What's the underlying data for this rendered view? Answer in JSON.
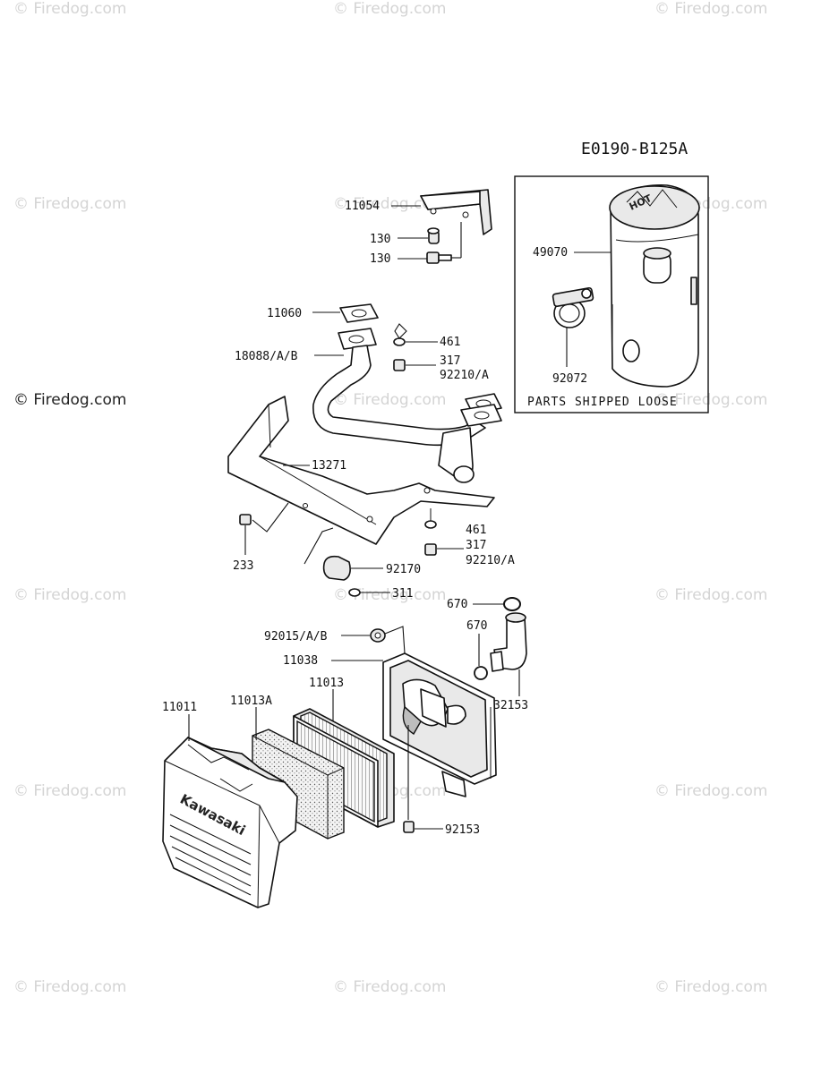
{
  "diagram_code": "E0190-B125A",
  "watermark": "© Firedog.com",
  "box_label": "PARTS SHIPPED LOOSE",
  "brand_text": "Kawasaki",
  "parts": {
    "p11054": "11054",
    "p130a": "130",
    "p130b": "130",
    "p11060": "11060",
    "p18088": "18088/A/B",
    "p461a": "461",
    "p317a": "317",
    "p92210a": "92210/A",
    "p13271": "13271",
    "p461b": "461",
    "p317b": "317",
    "p92210b": "92210/A",
    "p233": "233",
    "p92170": "92170",
    "p311": "311",
    "p670a": "670",
    "p670b": "670",
    "p92015": "92015/A/B",
    "p11038": "11038",
    "p11013": "11013",
    "p11013A": "11013A",
    "p11011": "11011",
    "p32153": "32153",
    "p92153": "92153",
    "p49070": "49070",
    "p92072": "92072"
  }
}
